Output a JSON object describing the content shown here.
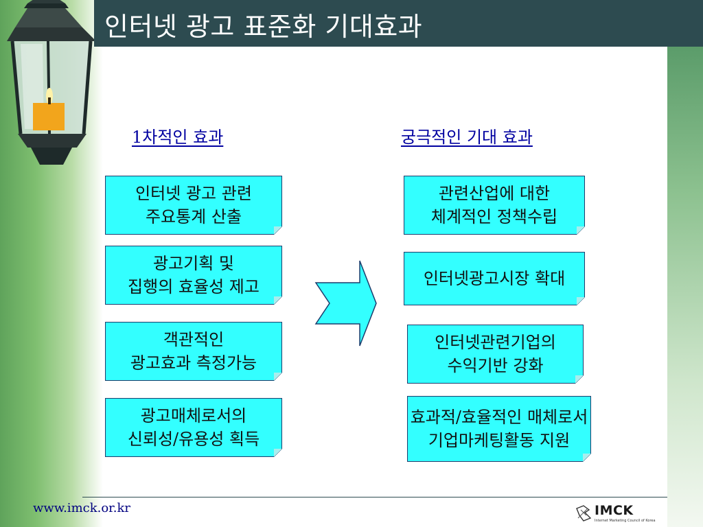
{
  "slide": {
    "title": "인터넷 광고 표준화 기대효과",
    "left_column": {
      "heading": "1차적인 효과",
      "items": [
        "인터넷 광고 관련\n주요통계 산출",
        "광고기획 및\n집행의 효율성 제고",
        "객관적인\n광고효과 측정가능",
        "광고매체로서의\n신뢰성/유용성 획득"
      ]
    },
    "right_column": {
      "heading": "궁극적인 기대 효과",
      "items": [
        "관련산업에 대한\n체계적인 정책수립",
        "인터넷광고시장 확대",
        "인터넷관련기업의\n수익기반 강화",
        "효과적/효율적인 매체로서\n기업마케팅활동 지원"
      ]
    },
    "footer": {
      "url": "www.imck.or.kr",
      "logo_text": "IMCK",
      "logo_subtext": "Internet Marketing Council of Korea"
    },
    "colors": {
      "title_bar": "#2d4b50",
      "box_fill": "#33ffff",
      "heading_text": "#0000a0",
      "url_text": "#000080"
    },
    "icons": [
      "lantern-illustration",
      "chevron-arrow-right",
      "imck-logo-icon"
    ]
  }
}
